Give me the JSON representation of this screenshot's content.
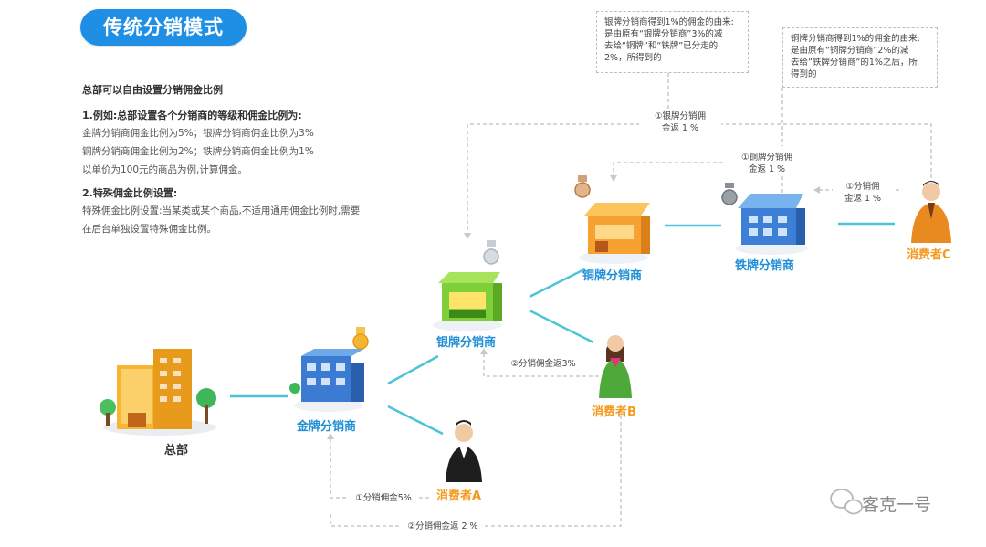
{
  "title": "传统分销模式",
  "left_text": {
    "heading": "总部可以自由设置分销佣金比例",
    "example_title": "1.例如:总部设置各个分销商的等级和佣金比例为:",
    "example_line1": "金牌分销商佣金比例为5%；银牌分销商佣金比例为3%",
    "example_line2": "铜牌分销商佣金比例为2%；铁牌分销商佣金比例为1%",
    "example_line3": "以单价为100元的商品为例,计算佣金。",
    "special_title": "2.特殊佣金比例设置:",
    "special_line1": "特殊佣金比例设置:当某类或某个商品,不适用通用佣金比例时,需要",
    "special_line2": "在后台单独设置特殊佣金比例。"
  },
  "notes": {
    "silver_line1": "银牌分销商得到1%的佣金的由来:",
    "silver_line2": "是由原有“银牌分销商”3%的减",
    "silver_line3": "去给“铜牌”和“铁牌”已分走的",
    "silver_line4": "2%，所得到的",
    "copper_line1": "铜牌分销商得到1%的佣金的由来:",
    "copper_line2": "是由原有“铜牌分销商”2%的减",
    "copper_line3": "去给”铁牌分销商”的1%之后，所",
    "copper_line4": "得到的"
  },
  "nodes": {
    "hq": "总部",
    "gold": "金牌分销商",
    "silver": "银牌分销商",
    "copper": "铜牌分销商",
    "iron": "铁牌分销商",
    "consumer_a": "消费者A",
    "consumer_b": "消费者B",
    "consumer_c": "消费者C"
  },
  "flows": {
    "top_silver_line1": "①银牌分销佣",
    "top_silver_line2": "金返 1 %",
    "copper_line1": "①铜牌分销佣",
    "copper_line2": "金返 1 %",
    "iron_line1": "①分销佣",
    "iron_line2": "金返 1 %",
    "silver_b": "②分销佣金返3%",
    "gold_a": "①分销佣金5%",
    "bottom_gold": "②分销佣金返 2 %"
  },
  "watermark": "客克一号"
}
